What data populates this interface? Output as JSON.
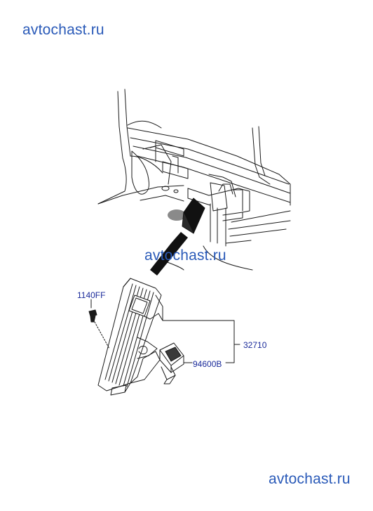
{
  "watermarks": {
    "top": "avtochast.ru",
    "middle": "avtochast.ru",
    "bottom": "avtochast.ru"
  },
  "parts": {
    "bolt": "1140FF",
    "pedal_assembly": "32710",
    "sensor": "94600B"
  },
  "colors": {
    "watermark": "#2a5ab8",
    "label": "#1a2a9a",
    "line": "#1a1a1a"
  }
}
